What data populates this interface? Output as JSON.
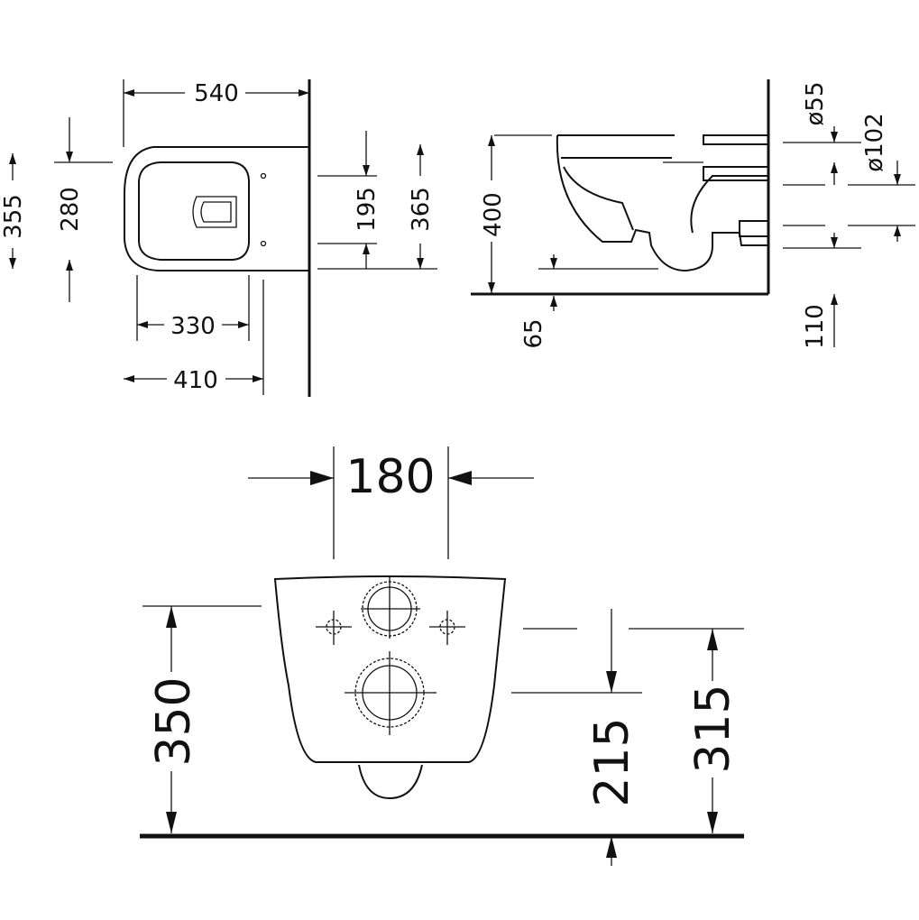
{
  "top_view": {
    "width_540": "540",
    "depth_355": "355",
    "depth_280": "280",
    "inner_330": "330",
    "inner_410": "410",
    "height_195": "195",
    "height_365": "365"
  },
  "side_view": {
    "height_400": "400",
    "offset_65": "65",
    "dia_55": "ø55",
    "dia_102": "ø102",
    "height_110": "110"
  },
  "front_view": {
    "width_180": "180",
    "height_350": "350",
    "height_215": "215",
    "height_315": "315"
  }
}
